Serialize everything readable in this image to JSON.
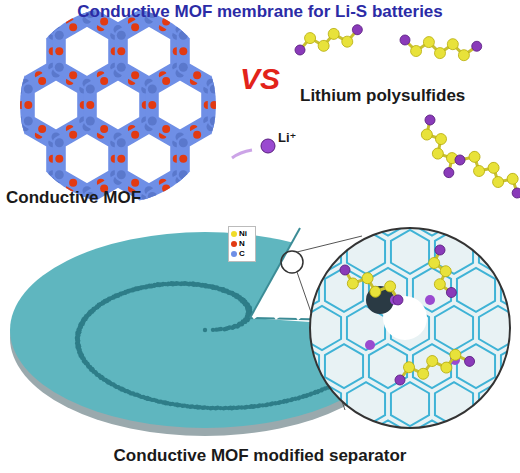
{
  "diagram": {
    "title": "Conductive MOF membrane for Li-S batteries",
    "caption": "Conductive MOF modified separator",
    "labels": [
      "VS",
      "Lithium polysulfides",
      "Li⁺",
      "Conductive MOF"
    ],
    "legend": [
      {
        "text": "Ni",
        "color": "#f0dc28"
      },
      {
        "text": "N",
        "color": "#e23a12"
      },
      {
        "text": "C",
        "color": "#6f8fe6"
      }
    ]
  }
}
